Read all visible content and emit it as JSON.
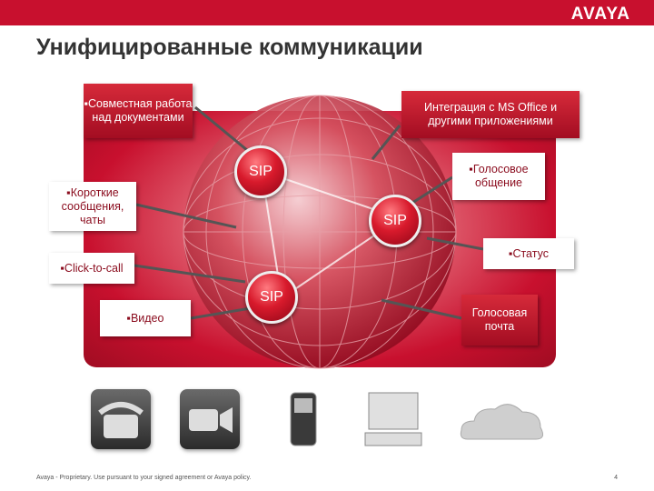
{
  "brand": {
    "logo_text": "AVAYA",
    "accent_color": "#c8102e"
  },
  "slide": {
    "title": "Унифицированные коммуникации"
  },
  "callouts": {
    "collab": "▪Совместная работа над документами",
    "msoffice": "Интеграция с MS Office и другими приложениями",
    "voice": "▪Голосовое общение",
    "chat": "▪Короткие сообщения, чаты",
    "status": "▪Статус",
    "click_to_call": "▪Click-to-call",
    "video": "▪Видео",
    "voicemail": "Голосовая почта"
  },
  "sip_nodes": {
    "sip1": "SIP",
    "sip2": "SIP",
    "sip3": "SIP"
  },
  "devices": [
    "phone-icon",
    "video-camera-icon",
    "mobile-phone-icon",
    "computer-monitor-icon",
    "cloud-icon"
  ],
  "footer": {
    "text": "Avaya - Proprietary. Use pursuant to your signed agreement or Avaya policy.",
    "page": "4"
  }
}
